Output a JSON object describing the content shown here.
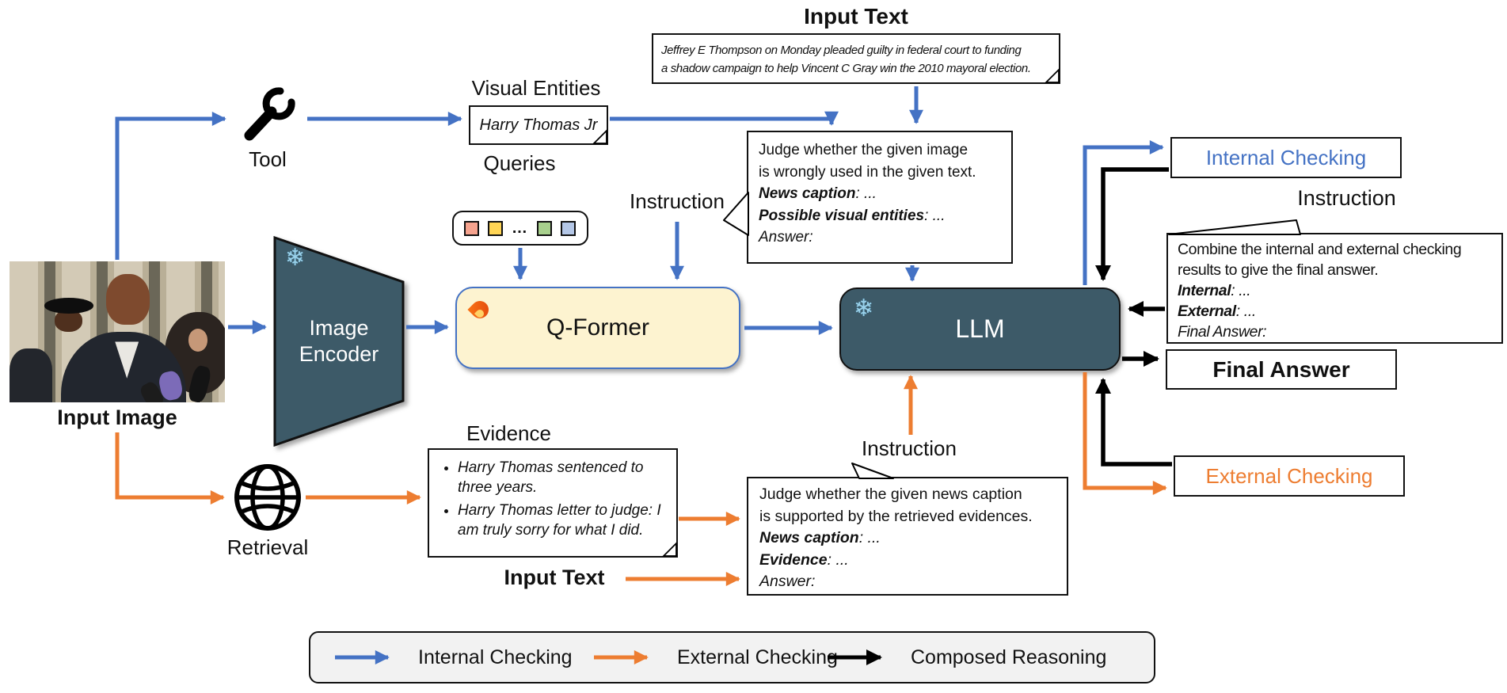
{
  "colors": {
    "blue": "#4472C4",
    "orange": "#ED7D31",
    "black": "#000000",
    "teal": "#3D5A68",
    "qformer_fill": "#FDF3D0",
    "legend_bg": "#F2F2F2",
    "query_squares": [
      "#F6A38E",
      "#FFD555",
      "#A8D08D",
      "#B4C7E7"
    ]
  },
  "left": {
    "input_image_label": "Input Image",
    "tool_label": "Tool",
    "retrieval_label": "Retrieval",
    "input_text_bottom_label": "Input Text"
  },
  "visual_entities": {
    "title": "Visual Entities",
    "value": "Harry Thomas Jr"
  },
  "input_text": {
    "title": "Input Text",
    "line1": "Jeffrey E Thompson on Monday pleaded guilty in federal court to funding",
    "line2": "a shadow campaign to help Vincent C Gray win the 2010 mayoral election."
  },
  "queries": {
    "title": "Queries",
    "ellipsis": "…"
  },
  "encoder": {
    "line1": "Image",
    "line2": "Encoder"
  },
  "qformer": {
    "label": "Q-Former"
  },
  "llm": {
    "label": "LLM"
  },
  "instruction_labels": {
    "internal": "Instruction",
    "external": "Instruction",
    "combine": "Instruction"
  },
  "prompt_internal": {
    "line1": "Judge whether the given image",
    "line2": "is wrongly used in the given text.",
    "f1_label": "News caption",
    "f1_rest": ": ...",
    "f2_label": "Possible visual entities",
    "f2_rest": ": ...",
    "answer": "Answer:"
  },
  "evidence": {
    "title": "Evidence",
    "b1": "Harry Thomas sentenced to three years.",
    "b2": "Harry Thomas letter to judge: I am truly sorry for what I did."
  },
  "prompt_external": {
    "line1": "Judge whether the given news caption",
    "line2": "is supported by the retrieved evidences.",
    "f1_label": "News caption",
    "f1_rest": ": ...",
    "f2_label": "Evidence",
    "f2_rest": ": ...",
    "answer": "Answer:"
  },
  "prompt_combine": {
    "line1": "Combine the internal and external checking",
    "line2": "results to give the final answer.",
    "f1_label": "Internal",
    "f1_rest": ": ...",
    "f2_label": "External",
    "f2_rest": ": ...",
    "answer": "Final Answer:"
  },
  "outputs": {
    "internal_checking": "Internal Checking",
    "final_answer": "Final Answer",
    "external_checking": "External Checking"
  },
  "legend": {
    "internal": "Internal Checking",
    "external": "External Checking",
    "composed": "Composed Reasoning"
  }
}
